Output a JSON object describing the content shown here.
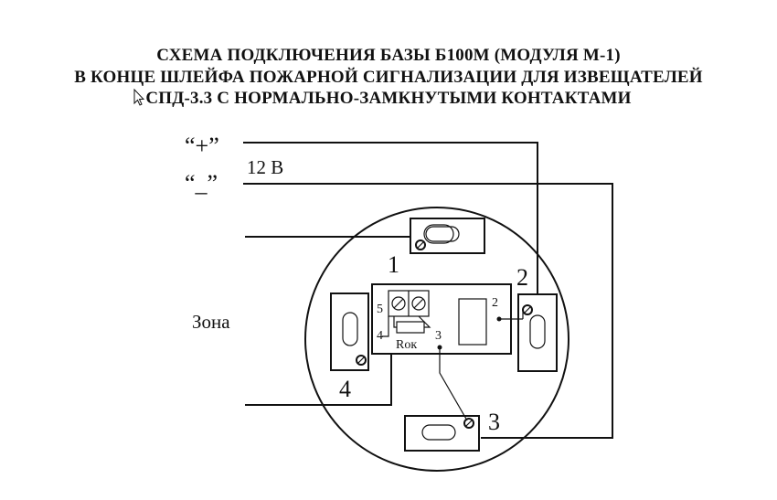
{
  "title": {
    "line1": "СХЕМА ПОДКЛЮЧЕНИЯ БАЗЫ Б100М (МОДУЛЯ М-1)",
    "line2": "В КОНЦЕ ШЛЕЙФА ПОЖАРНОЙ СИГНАЛИЗАЦИИ ДЛЯ ИЗВЕЩАТЕЛЕЙ",
    "line3": "СПД-3.3   С НОРМАЛЬНО-ЗАМКНУТЫМИ КОНТАКТАМИ"
  },
  "power": {
    "plus": "“+”",
    "minus": "“_”",
    "voltage": "12 В"
  },
  "zone_label": "Зона",
  "terminal_numbers": {
    "t1": "1",
    "t2": "2",
    "t3": "3",
    "t4": "4"
  },
  "module_pins": {
    "p2": "2",
    "p3": "3",
    "p4": "4",
    "p5": "5"
  },
  "resistor_label": "Rок"
}
